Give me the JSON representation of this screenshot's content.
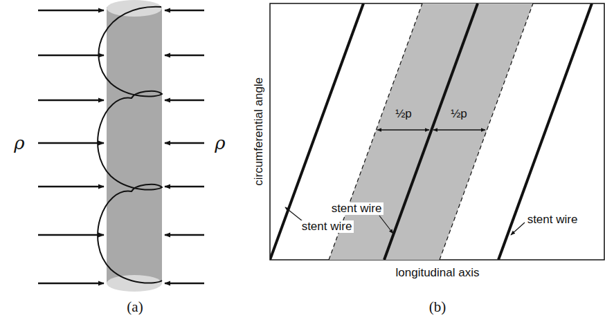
{
  "diagram": {
    "labels": [
      "ρ",
      "ρ",
      "(a)",
      "½p",
      "½p",
      "stent wire",
      "stent wire",
      "stent wire",
      "circumferential angle",
      "longitudinal axis",
      "(b)"
    ]
  }
}
